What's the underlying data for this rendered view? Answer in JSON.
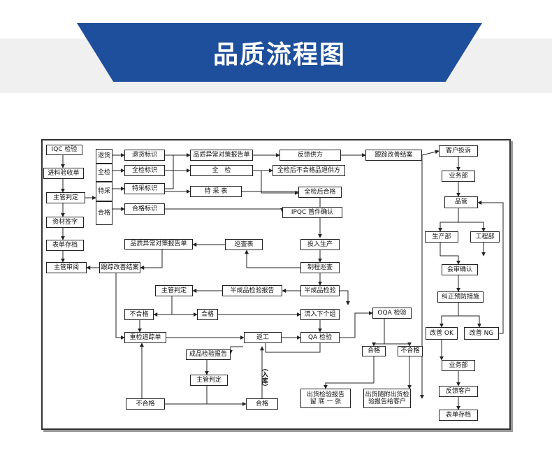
{
  "header": {
    "title": "品质流程图"
  },
  "nodes": {
    "iqc": "IQC 检验",
    "incoming_form": "进料验收单",
    "supervisor_judge_1": "主管判定",
    "material_sign": "资材签字",
    "form_archive_1": "表单存档",
    "supervisor_review": "主管审阅",
    "dispo_return": "退货",
    "dispo_full_inspect": "全检",
    "dispo_special": "特采",
    "dispo_ok": "合格",
    "return_label": "退货标识",
    "full_inspect_label": "全检标识",
    "special_label": "特采标识",
    "ok_label": "合格标识",
    "quality_anomaly_1": "品质异常对策报告单",
    "full_inspect_box": "全　检",
    "special_form": "特 采 表",
    "feedback_supplier": "反馈供方",
    "ng_return_supplier": "全检后不合格品退供方",
    "ok_after_full_inspect": "全检后合格",
    "ipqc_first": "IPQC 首件确认",
    "track_closure_1": "跟踪改善结案",
    "input_production": "投入生产",
    "patrol_form": "巡查表",
    "quality_anomaly_2": "品质异常对策报告单",
    "track_closure_2": "跟踪改善结案",
    "process_patrol": "制程巡查",
    "semi_inspect": "半成品检验",
    "semi_inspect_report": "半成品检验报告",
    "supervisor_judge_2": "主管判定",
    "ng_1": "不合格",
    "ok_1": "合格",
    "next_station": "流入下个组",
    "reinspect": "重检追踪单",
    "rework": "返工",
    "qa_inspect": "QA 检验",
    "finished_report": "成品检验报告",
    "supervisor_judge_3": "主管判定",
    "warehouse_in": "（入库）",
    "ng_2": "不合格",
    "ok_2": "合格",
    "oqa_inspect": "OQA 检验",
    "ok_3": "合格",
    "ng_3": "不合格",
    "ship_report_line1": "出货检验报告",
    "ship_report_line2": "留 底 一 张",
    "ship_with_line1": "出货随附出货检",
    "ship_with_line2": "验报告给客户",
    "customer_complaint": "客户投诉",
    "sales_1": "业务部",
    "qc_dept": "品管",
    "production_dept": "生产部",
    "engineering_dept": "工程部",
    "joint_confirm": "会审确认",
    "corrective_action": "纠正预防措施",
    "improve_ok": "改善 OK",
    "improve_ng": "改善 NG",
    "sales_2": "业务部",
    "feedback_customer": "反馈客户",
    "form_archive_2": "表单存档"
  }
}
